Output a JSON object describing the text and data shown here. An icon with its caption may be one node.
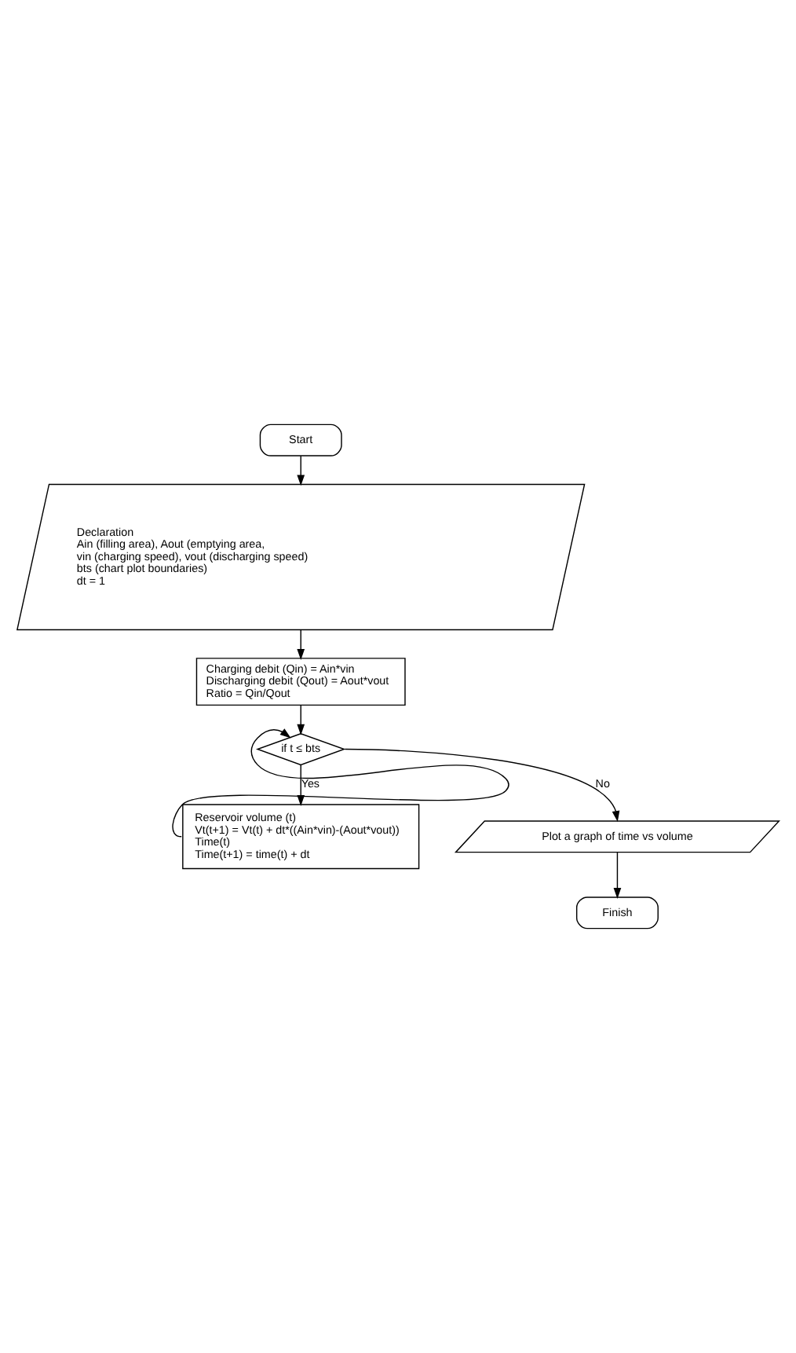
{
  "diagram": {
    "nodes": [
      {
        "text": [
          "Start"
        ]
      },
      {
        "text": [
          "Declaration",
          "Ain (filling area), Aout (emptying area,",
          "vin (charging speed), vout (discharging speed)",
          "bts (chart plot boundaries)",
          "dt = 1"
        ]
      },
      {
        "text": [
          "Charging debit (Qin) = Ain*vin",
          "Discharging debit (Qout) = Aout*vout",
          "Ratio = Qin/Qout"
        ]
      },
      {
        "text": [
          "if t ≤ bts"
        ]
      },
      {
        "text": [
          "Reservoir volume (t)",
          "Vt(t+1) = Vt(t) + dt*((Ain*vin)-(Aout*vout))",
          "Time(t)",
          "Time(t+1) = time(t) + dt"
        ]
      },
      {
        "text": [
          "Plot a graph of time vs volume"
        ]
      },
      {
        "text": [
          "Finish"
        ]
      }
    ],
    "edges": [
      {
        "from": 0,
        "to": 1,
        "arrow": "to"
      },
      {
        "from": 1,
        "to": 2,
        "arrow": "to"
      },
      {
        "from": 2,
        "to": 3,
        "arrow": "to"
      },
      {
        "from": 3,
        "to": 4,
        "arrow": "to",
        "label": "Yes"
      },
      {
        "from": 4,
        "to": 3,
        "arrow": "to"
      },
      {
        "from": 3,
        "to": 5,
        "arrow": "to",
        "label": "No"
      },
      {
        "from": 5,
        "to": 6,
        "arrow": "to"
      }
    ]
  }
}
